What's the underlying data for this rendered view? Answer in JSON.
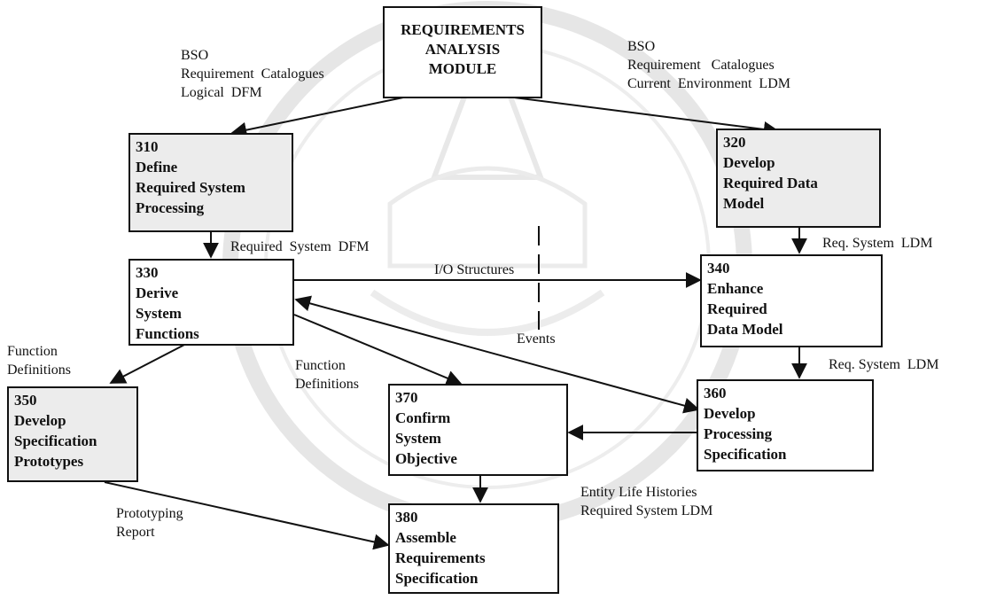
{
  "top_module": {
    "title": "REQUIREMENTS\nANALYSIS\nMODULE"
  },
  "nodes": {
    "n310": "310\nDefine\nRequired System\nProcessing",
    "n320": "320\nDevelop\nRequired Data\nModel",
    "n330": "330\nDerive\nSystem\nFunctions",
    "n340": "340\nEnhance\nRequired\nData Model",
    "n350": "350\nDevelop\nSpecification\nPrototypes",
    "n360": "360\nDevelop\nProcessing\nSpecification",
    "n370": "370\nConfirm\nSystem\nObjective",
    "n380": "380\nAssemble\nRequirements\nSpecification"
  },
  "labels": {
    "in_left": "BSO\nRequirement  Catalogues\nLogical  DFM",
    "in_right": "BSO\nRequirement   Catalogues\nCurrent  Environment  LDM",
    "req_sys_dfm": "Required  System  DFM",
    "req_sys_ldm_1": "Req. System  LDM",
    "req_sys_ldm_2": "Req. System  LDM",
    "io_structures": "I/O Structures",
    "events": "Events",
    "func_defs_left": "Function\nDefinitions",
    "func_defs_mid": "Function\nDefinitions",
    "elh": "Entity Life Histories\nRequired System LDM",
    "proto_report": "Prototyping\nReport"
  }
}
